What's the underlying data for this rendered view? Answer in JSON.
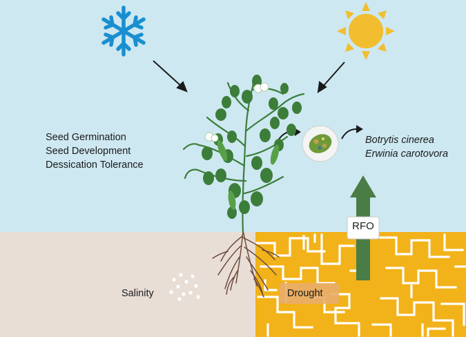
{
  "plant_roles": [
    "Seed Germination",
    "Seed Development",
    "Dessication Tolerance"
  ],
  "pathogens": [
    "Botrytis cinerea",
    "Erwinia carotovora"
  ],
  "stresses": {
    "cold_icon": "snowflake-icon",
    "heat_icon": "sun-icon",
    "salinity": "Salinity",
    "drought": "Drought"
  },
  "rfo_label": "RFO",
  "colors": {
    "sky": "#cde8f1",
    "soil": "#e9ded6",
    "snowflake": "#1a8fd0",
    "sun": "#f2bd2e",
    "leaf": "#3c7d3a",
    "cracked_ground": "#f2b219",
    "arrow_green": "#4a7d45",
    "roots": "#6d4b3a"
  }
}
